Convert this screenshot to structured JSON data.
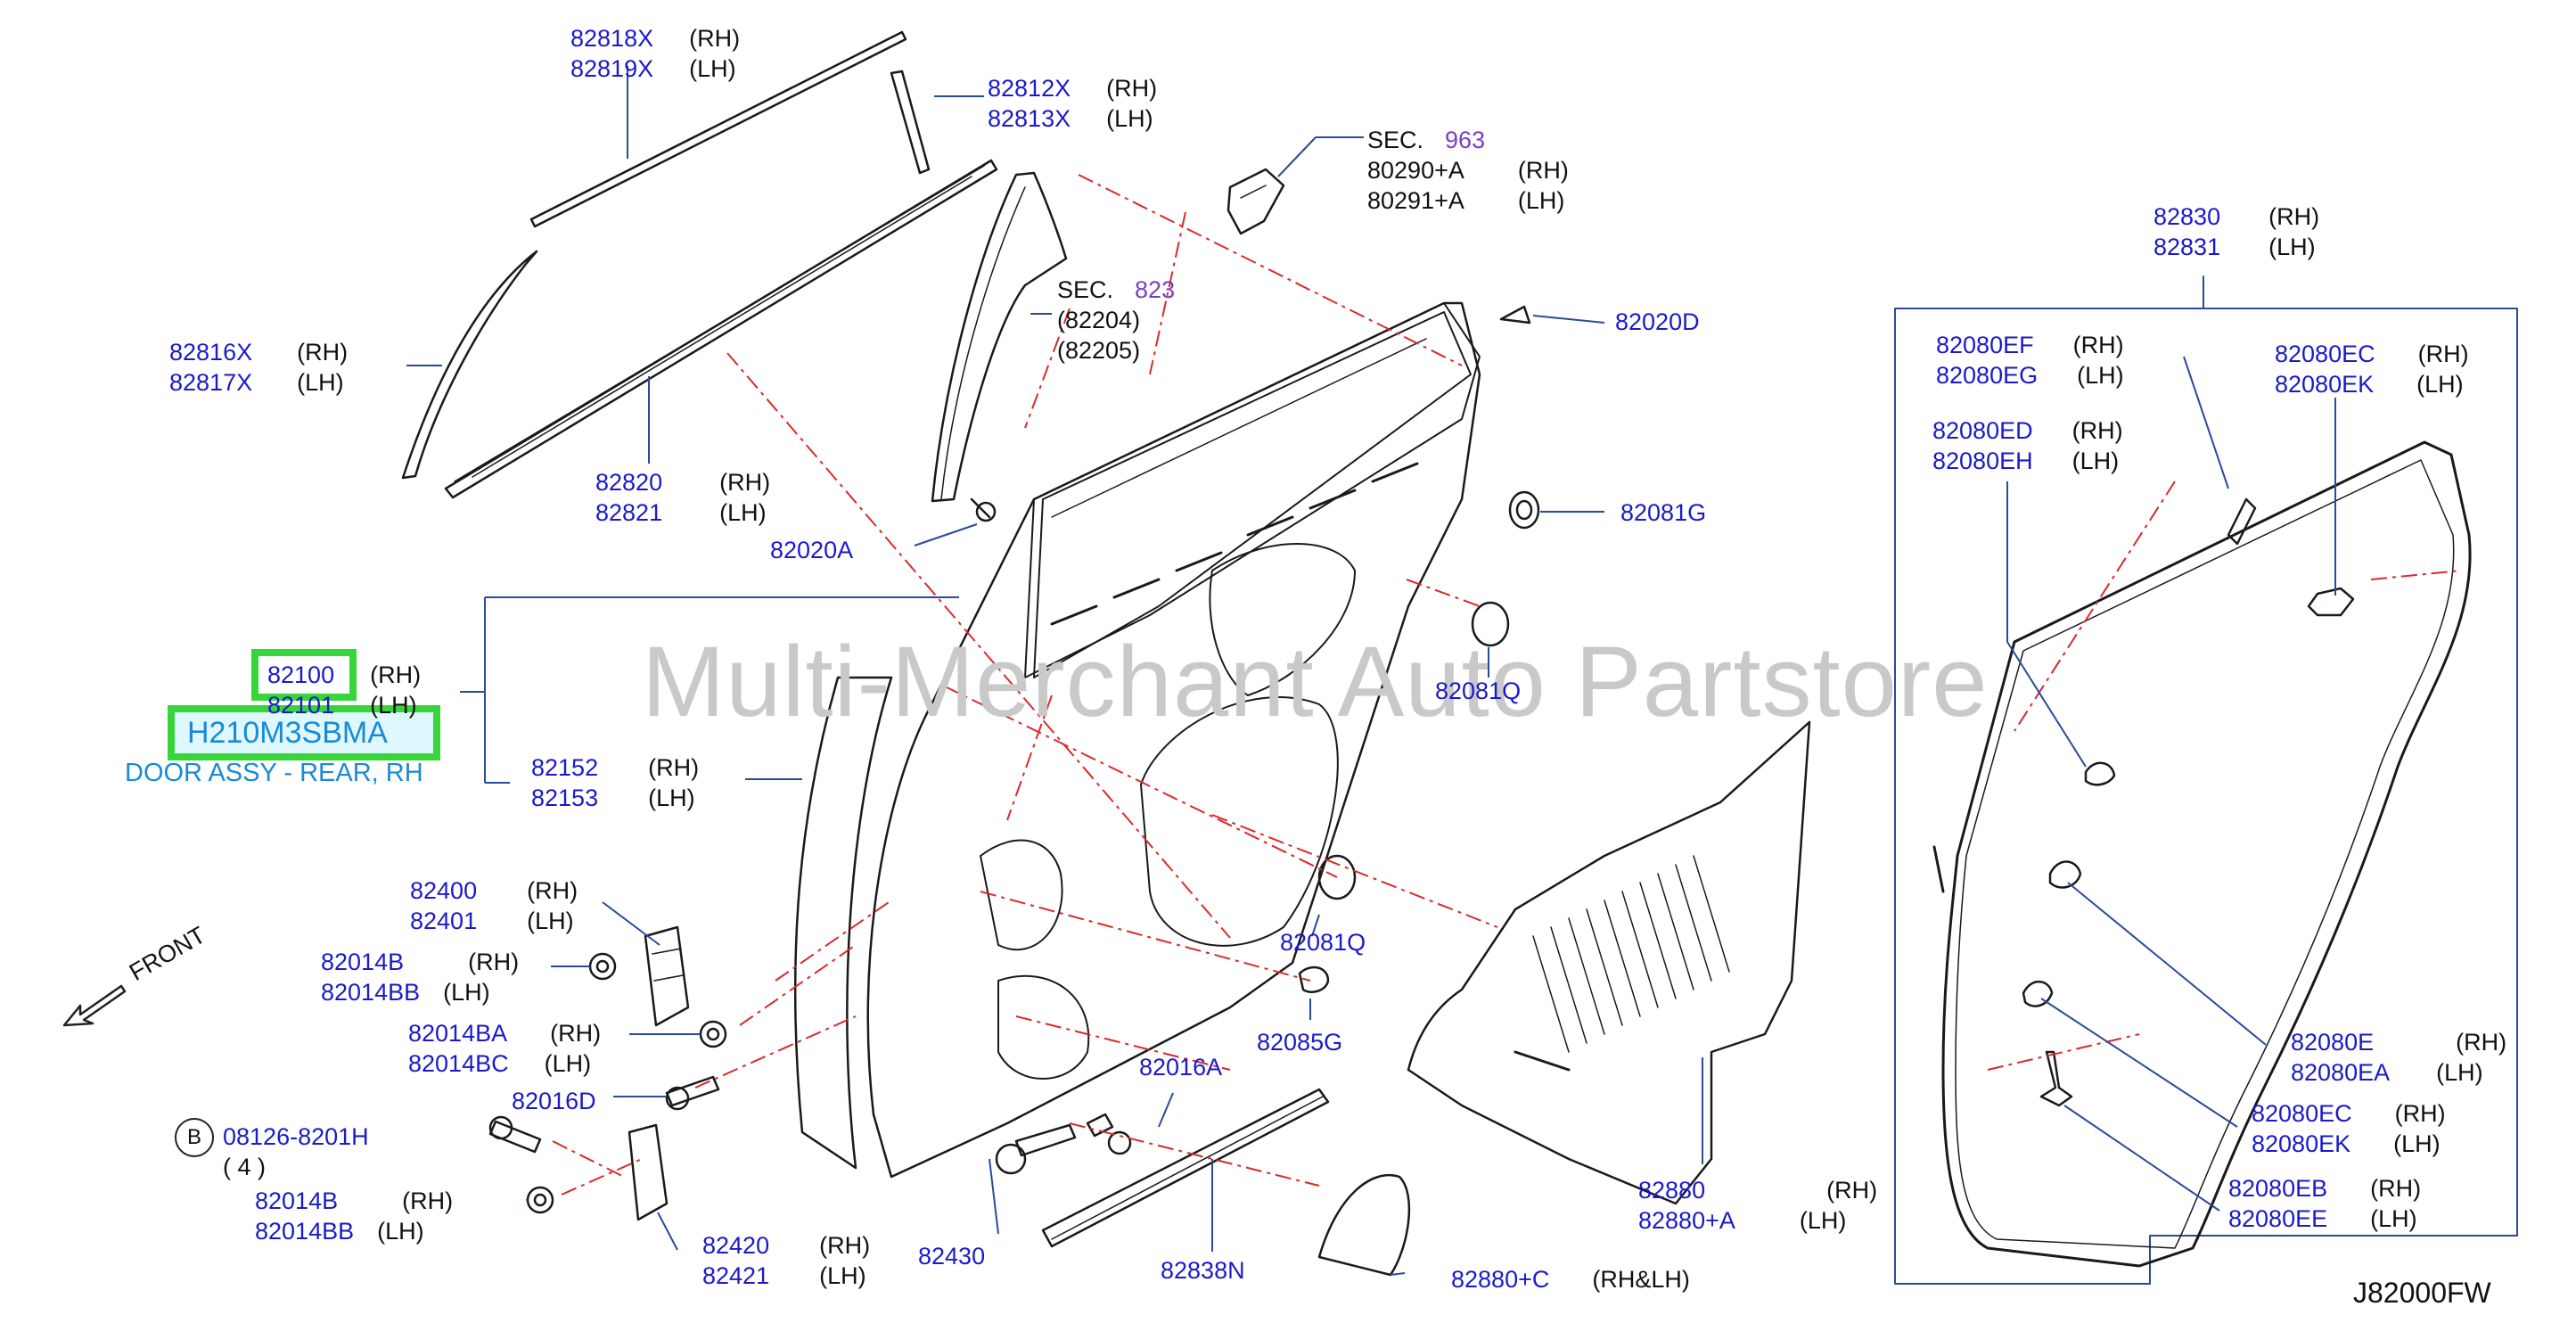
{
  "watermark": "Multi-Merchant Auto Partstore",
  "diagram_code": "J82000FW",
  "front_label": "FRONT",
  "highlight": {
    "part_number": "82100",
    "part_code": "H210M3SBMA",
    "description": "DOOR ASSY - REAR, RH"
  },
  "callouts": [
    {
      "id": "c1",
      "numbers": [
        "82818X",
        "82819X"
      ],
      "sides": [
        "(RH)",
        "(LH)"
      ]
    },
    {
      "id": "c2",
      "numbers": [
        "82812X",
        "82813X"
      ],
      "sides": [
        "(RH)",
        "(LH)"
      ]
    },
    {
      "id": "c3",
      "sec_label": "SEC.",
      "sec_number": "963",
      "numbers": [
        "80290+A",
        "80291+A"
      ],
      "sides": [
        "(RH)",
        "(LH)"
      ]
    },
    {
      "id": "c4",
      "sec_label": "SEC.",
      "sec_number": "823",
      "numbers": [
        "(82204)",
        "(82205)"
      ]
    },
    {
      "id": "c5",
      "numbers": [
        "82816X",
        "82817X"
      ],
      "sides": [
        "(RH)",
        "(LH)"
      ]
    },
    {
      "id": "c6",
      "numbers": [
        "82820",
        "82821"
      ],
      "sides": [
        "(RH)",
        "(LH)"
      ]
    },
    {
      "id": "c7",
      "numbers": [
        "82020A"
      ]
    },
    {
      "id": "c8",
      "numbers": [
        "82020D"
      ]
    },
    {
      "id": "c9",
      "numbers": [
        "82081G"
      ]
    },
    {
      "id": "c10",
      "numbers": [
        "82081Q"
      ]
    },
    {
      "id": "c11",
      "numbers": [
        "82100",
        "82101"
      ],
      "sides": [
        "(RH)",
        "(LH)"
      ]
    },
    {
      "id": "c12",
      "numbers": [
        "82152",
        "82153"
      ],
      "sides": [
        "(RH)",
        "(LH)"
      ]
    },
    {
      "id": "c13",
      "numbers": [
        "82400",
        "82401"
      ],
      "sides": [
        "(RH)",
        "(LH)"
      ]
    },
    {
      "id": "c14",
      "numbers": [
        "82014B",
        "82014BB"
      ],
      "sides": [
        "(RH)",
        "(LH)"
      ]
    },
    {
      "id": "c15",
      "numbers": [
        "82014BA",
        "82014BC"
      ],
      "sides": [
        "(RH)",
        "(LH)"
      ]
    },
    {
      "id": "c16",
      "numbers": [
        "82016D"
      ]
    },
    {
      "id": "c17",
      "numbers": [
        "08126-8201H"
      ],
      "qty": "( 4 )",
      "circle_letter": "B"
    },
    {
      "id": "c18",
      "numbers": [
        "82014B",
        "82014BB"
      ],
      "sides": [
        "(RH)",
        "(LH)"
      ]
    },
    {
      "id": "c19",
      "numbers": [
        "82420",
        "82421"
      ],
      "sides": [
        "(RH)",
        "(LH)"
      ]
    },
    {
      "id": "c20",
      "numbers": [
        "82430"
      ]
    },
    {
      "id": "c21",
      "numbers": [
        "82016A"
      ]
    },
    {
      "id": "c22",
      "numbers": [
        "82081Q"
      ]
    },
    {
      "id": "c23",
      "numbers": [
        "82085G"
      ]
    },
    {
      "id": "c24",
      "numbers": [
        "82838N"
      ]
    },
    {
      "id": "c25",
      "numbers": [
        "82880",
        "82880+A"
      ],
      "sides": [
        "(RH)",
        "(LH)"
      ]
    },
    {
      "id": "c26",
      "numbers": [
        "82880+C"
      ],
      "sides": [
        "(RH&LH)"
      ]
    },
    {
      "id": "c27",
      "numbers": [
        "82830",
        "82831"
      ],
      "sides": [
        "(RH)",
        "(LH)"
      ]
    },
    {
      "id": "c28",
      "numbers": [
        "82080EF",
        "82080EG"
      ],
      "sides": [
        "(RH)",
        "(LH)"
      ]
    },
    {
      "id": "c29",
      "numbers": [
        "82080EC",
        "82080EK"
      ],
      "sides": [
        "(RH)",
        "(LH)"
      ]
    },
    {
      "id": "c30",
      "numbers": [
        "82080ED",
        "82080EH"
      ],
      "sides": [
        "(RH)",
        "(LH)"
      ]
    },
    {
      "id": "c31",
      "numbers": [
        "82080E",
        "82080EA"
      ],
      "sides": [
        "(RH)",
        "(LH)"
      ]
    },
    {
      "id": "c32",
      "numbers": [
        "82080EC",
        "82080EK"
      ],
      "sides": [
        "(RH)",
        "(LH)"
      ]
    },
    {
      "id": "c33",
      "numbers": [
        "82080EB",
        "82080EE"
      ],
      "sides": [
        "(RH)",
        "(LH)"
      ]
    }
  ]
}
